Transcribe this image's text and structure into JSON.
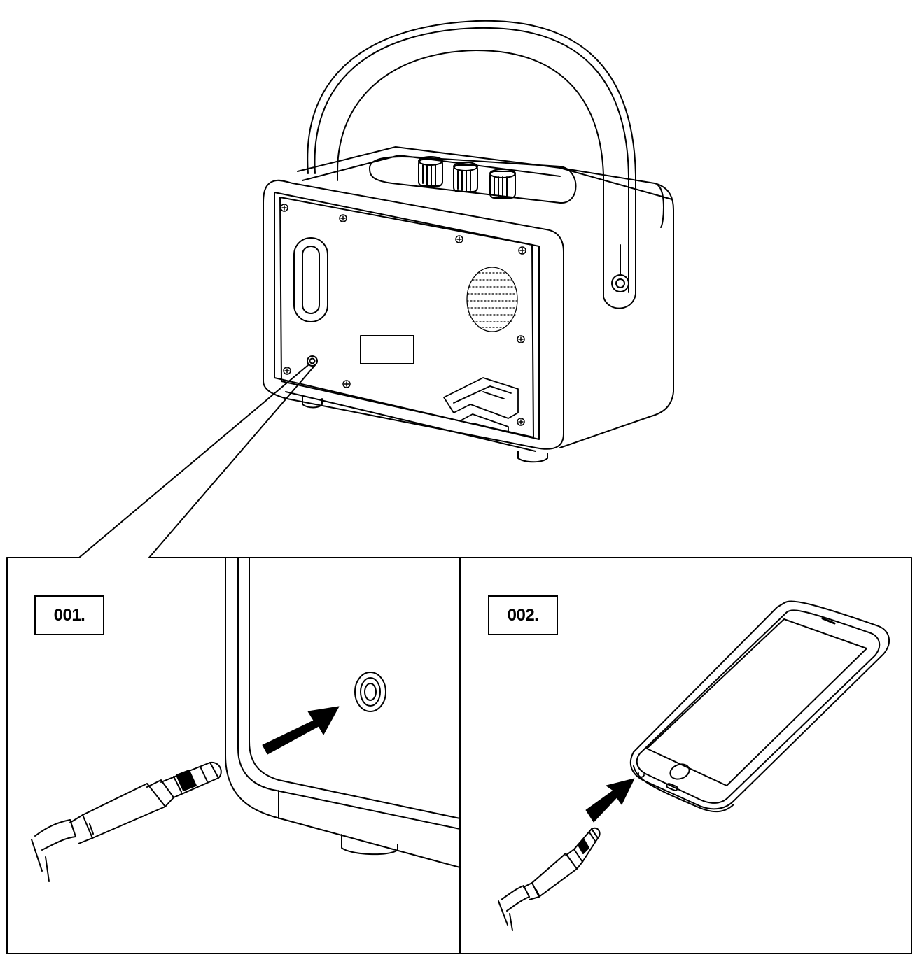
{
  "steps": [
    {
      "label": "001."
    },
    {
      "label": "002."
    }
  ],
  "colors": {
    "line": "#000000",
    "background": "#ffffff",
    "arrow": "#000000"
  },
  "icons": [
    "portable-speaker-illustration",
    "aux-input-jack",
    "aux-cable-plug",
    "smartphone",
    "insert-arrow"
  ]
}
